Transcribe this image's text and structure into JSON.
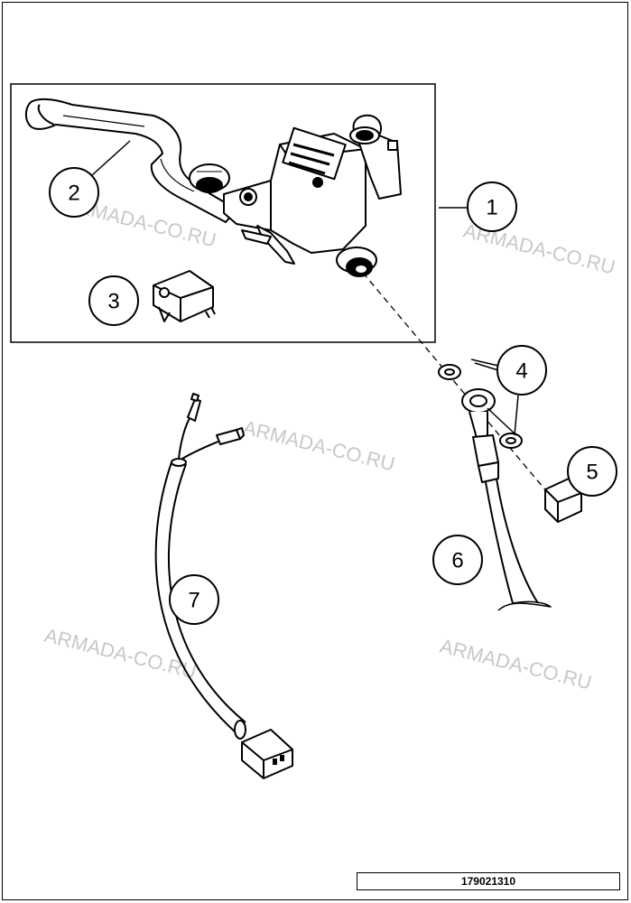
{
  "watermark": "ARMADA-CO.RU",
  "drawing_number": "179021310",
  "callouts": [
    "1",
    "2",
    "3",
    "4",
    "5",
    "6",
    "7"
  ]
}
